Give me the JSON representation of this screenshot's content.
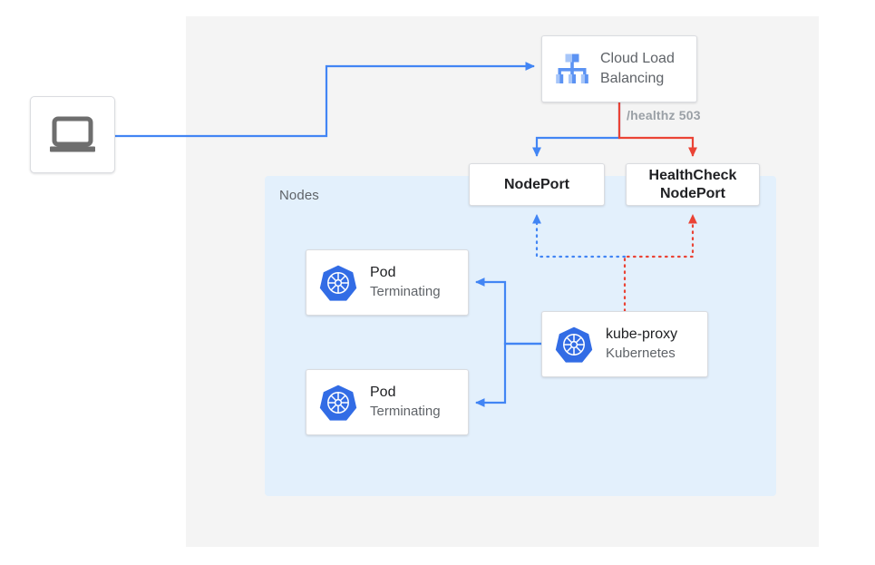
{
  "diagram": {
    "title": "Kubernetes NodePort health check draining diagram",
    "colors": {
      "blue": "#4285F4",
      "red": "#EA4335",
      "k8s_blue": "#326CE5",
      "panel_gray": "#F4F4F4",
      "panel_blue": "#E3F0FC",
      "text_dark": "#202124",
      "text_muted": "#5F6368",
      "label_gray": "#9AA0A6",
      "card_border": "#DADCE0",
      "laptop_gray": "#6E6E6E"
    }
  },
  "panels": {
    "nodes": {
      "label": "Nodes"
    }
  },
  "client": {
    "icon": "laptop-icon"
  },
  "load_balancer": {
    "icon": "cloud-load-balancing-icon",
    "title_line_1": "Cloud Load",
    "title_line_2": "Balancing"
  },
  "healthz": {
    "label": "/healthz 503"
  },
  "services": [
    {
      "name": "nodeport",
      "label_line_1": "NodePort",
      "label_line_2": ""
    },
    {
      "name": "healthcheck-nodeport",
      "label_line_1": "HealthCheck",
      "label_line_2": "NodePort"
    }
  ],
  "pods": [
    {
      "icon": "kubernetes-icon",
      "title": "Pod",
      "status": "Terminating"
    },
    {
      "icon": "kubernetes-icon",
      "title": "Pod",
      "status": "Terminating"
    }
  ],
  "kube_proxy": {
    "icon": "kubernetes-icon",
    "title": "kube-proxy",
    "subtitle": "Kubernetes"
  }
}
